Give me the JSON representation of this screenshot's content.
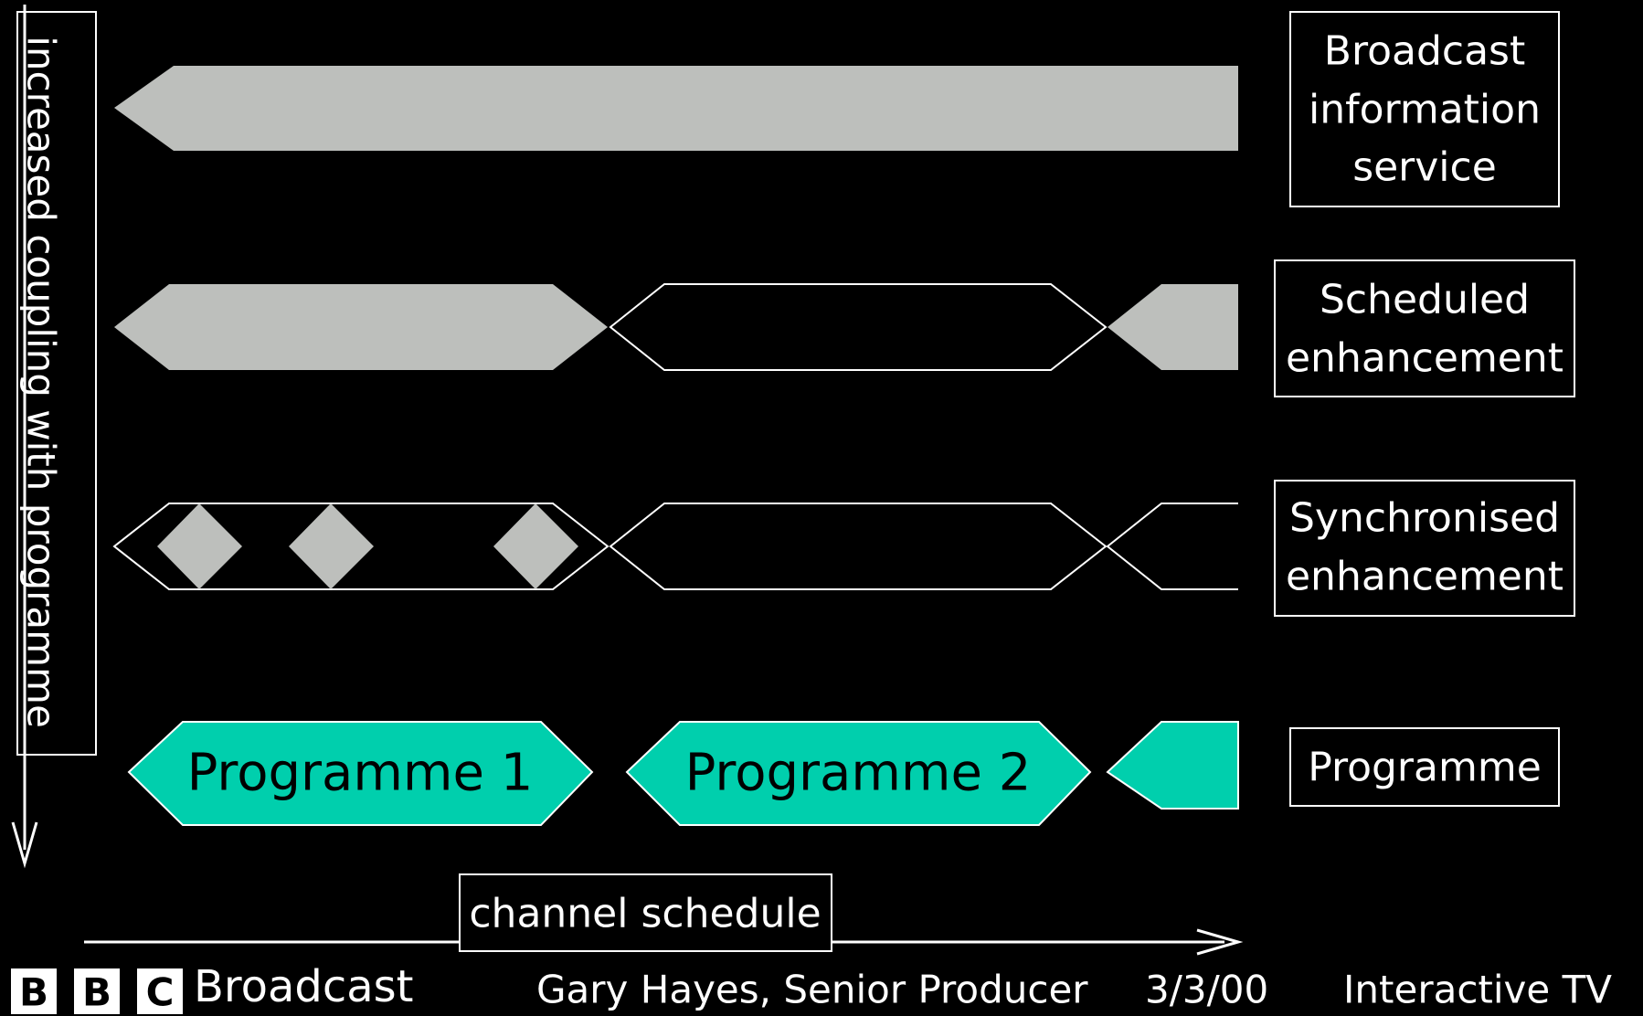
{
  "axis": {
    "vertical_label": "increased coupling with programme",
    "horizontal_label": "channel schedule"
  },
  "rows": [
    {
      "label_lines": [
        "Broadcast",
        "information",
        "service"
      ]
    },
    {
      "label_lines": [
        "Scheduled",
        "enhancement"
      ]
    },
    {
      "label_lines": [
        "Synchronised",
        "enhancement"
      ]
    },
    {
      "label_lines": [
        "Programme"
      ]
    }
  ],
  "programmes": [
    "Programme 1",
    "Programme 2"
  ],
  "footer": {
    "logo_letters": [
      "B",
      "B",
      "C"
    ],
    "brand": "Broadcast",
    "author": "Gary Hayes, Senior Producer",
    "date": "3/3/00",
    "right": "Interactive TV"
  },
  "colors": {
    "background": "#000000",
    "grey_fill": "#bdbfbc",
    "programme_fill": "#00cfad",
    "line": "#ffffff"
  }
}
